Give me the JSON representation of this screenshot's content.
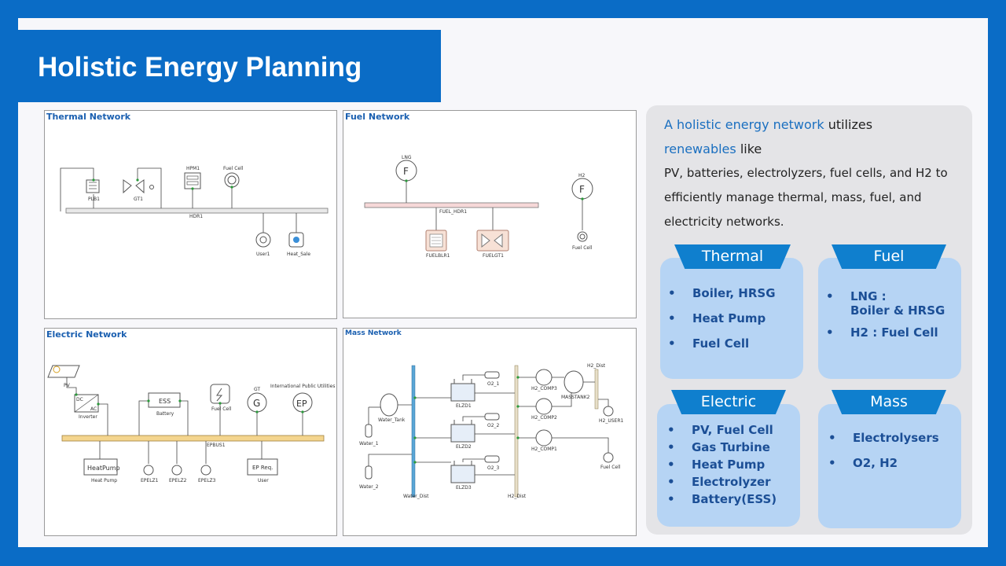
{
  "title": "Holistic Energy Planning",
  "panels": {
    "thermal": {
      "title": "Thermal Network",
      "labels": {
        "plb1": "PLB1",
        "gt1": "GT1",
        "hpm1": "HPM1",
        "fuel_cell": "Fuel Cell",
        "hdr1": "HDR1",
        "user1": "User1",
        "heat_sale": "Heat_Sale"
      }
    },
    "fuel": {
      "title": "Fuel Network",
      "labels": {
        "lng": "LNG",
        "h2": "H2",
        "fuel_hdr1": "FUEL_HDR1",
        "fuelblr1": "FUELBLR1",
        "fuelgt1": "FUELGT1",
        "fuel_cell": "Fuel Cell",
        "f_symbol": "F"
      }
    },
    "electric": {
      "title": "Electric Network",
      "labels": {
        "pv": "PV",
        "inverter": "Inverter",
        "dc": "DC",
        "ac": "AC",
        "ess": "ESS",
        "battery": "Battery",
        "fuel_cell": "Fuel Cell",
        "gt": "GT",
        "g": "G",
        "ep": "EP",
        "intl": "International Public Utilities",
        "epbus1": "EPBUS1",
        "heatpump_box": "HeatPump",
        "heatpump": "Heat Pump",
        "epelz1": "EPELZ1",
        "epelz2": "EPELZ2",
        "epelz3": "EPELZ3",
        "ep_req": "EP Req.",
        "user": "User"
      }
    },
    "mass": {
      "title": "Mass Network",
      "labels": {
        "water_tank": "Water_Tank",
        "water_1": "Water_1",
        "water_2": "Water_2",
        "water_dist": "Water_Dist",
        "elzd1": "ELZD1",
        "elzd2": "ELZD2",
        "elzd3": "ELZD3",
        "o2_1": "O2_1",
        "o2_2": "O2_2",
        "o2_3": "O2_3",
        "h2_comp3": "H2_COMP3",
        "h2_comp2": "H2_COMP2",
        "h2_comp1": "H2_COMP1",
        "masstank2": "MASSTANK2",
        "h2_dist_top": "H2_Dist",
        "h2_dist": "H2_Dist",
        "h2_user1": "H2_USER1",
        "fuel_cell": "Fuel Cell"
      }
    }
  },
  "intro": {
    "hl1": "A holistic energy network",
    "t1": " utilizes",
    "hl2": "renewables",
    "t2": " like",
    "t3": "PV, batteries, electrolyzers, fuel cells, and H2 to efficiently manage thermal, mass, fuel, and electricity networks."
  },
  "cards": {
    "thermal": {
      "tab": "Thermal",
      "items": [
        "Boiler, HRSG",
        "Heat Pump",
        "Fuel Cell"
      ]
    },
    "fuel": {
      "tab": "Fuel",
      "items": [
        "LNG :",
        "Boiler & HRSG",
        "H2 : Fuel Cell"
      ]
    },
    "electric": {
      "tab": "Electric",
      "items": [
        "PV, Fuel Cell",
        "Gas Turbine",
        "Heat Pump",
        "Electrolyzer",
        "Battery(ESS)"
      ]
    },
    "mass": {
      "tab": "Mass",
      "items": [
        "Electrolysers",
        "O2, H2"
      ]
    }
  },
  "colors": {
    "brand": "#0a6cc6",
    "tab": "#0f7fce",
    "card": "#b6d4f4",
    "card_text": "#1c4f96",
    "highlight": "#1a6fc0",
    "hdr_bar": "#f4d58e",
    "fuel_bar": "#f6d8d8"
  }
}
